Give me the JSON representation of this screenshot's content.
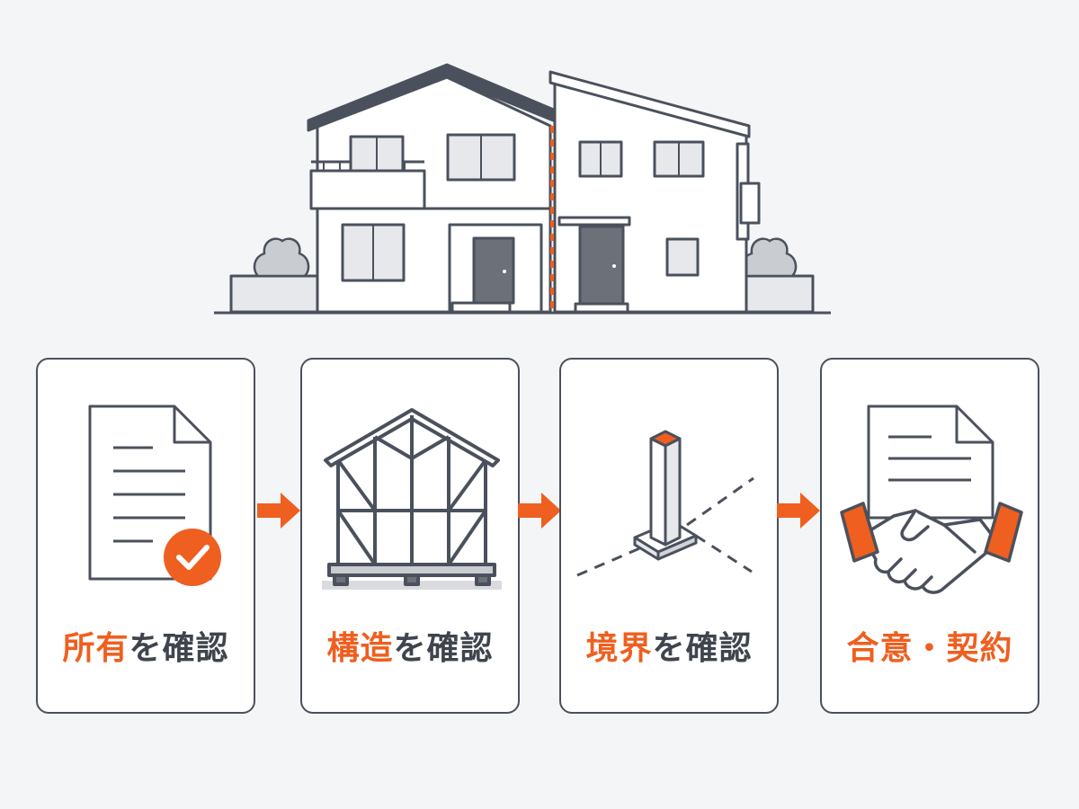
{
  "colors": {
    "accent": "#ef5f1f",
    "outline": "#4b515c",
    "text": "#3f444d",
    "background": "#f4f5f7"
  },
  "steps": [
    {
      "highlight": "所有",
      "rest": "を確認",
      "icon": "document-check-icon"
    },
    {
      "highlight": "構造",
      "rest": "を確認",
      "icon": "house-frame-icon"
    },
    {
      "highlight": "境界",
      "rest": "を確認",
      "icon": "boundary-marker-icon"
    },
    {
      "highlight": "合意・契約",
      "rest": "",
      "icon": "handshake-contract-icon"
    }
  ]
}
